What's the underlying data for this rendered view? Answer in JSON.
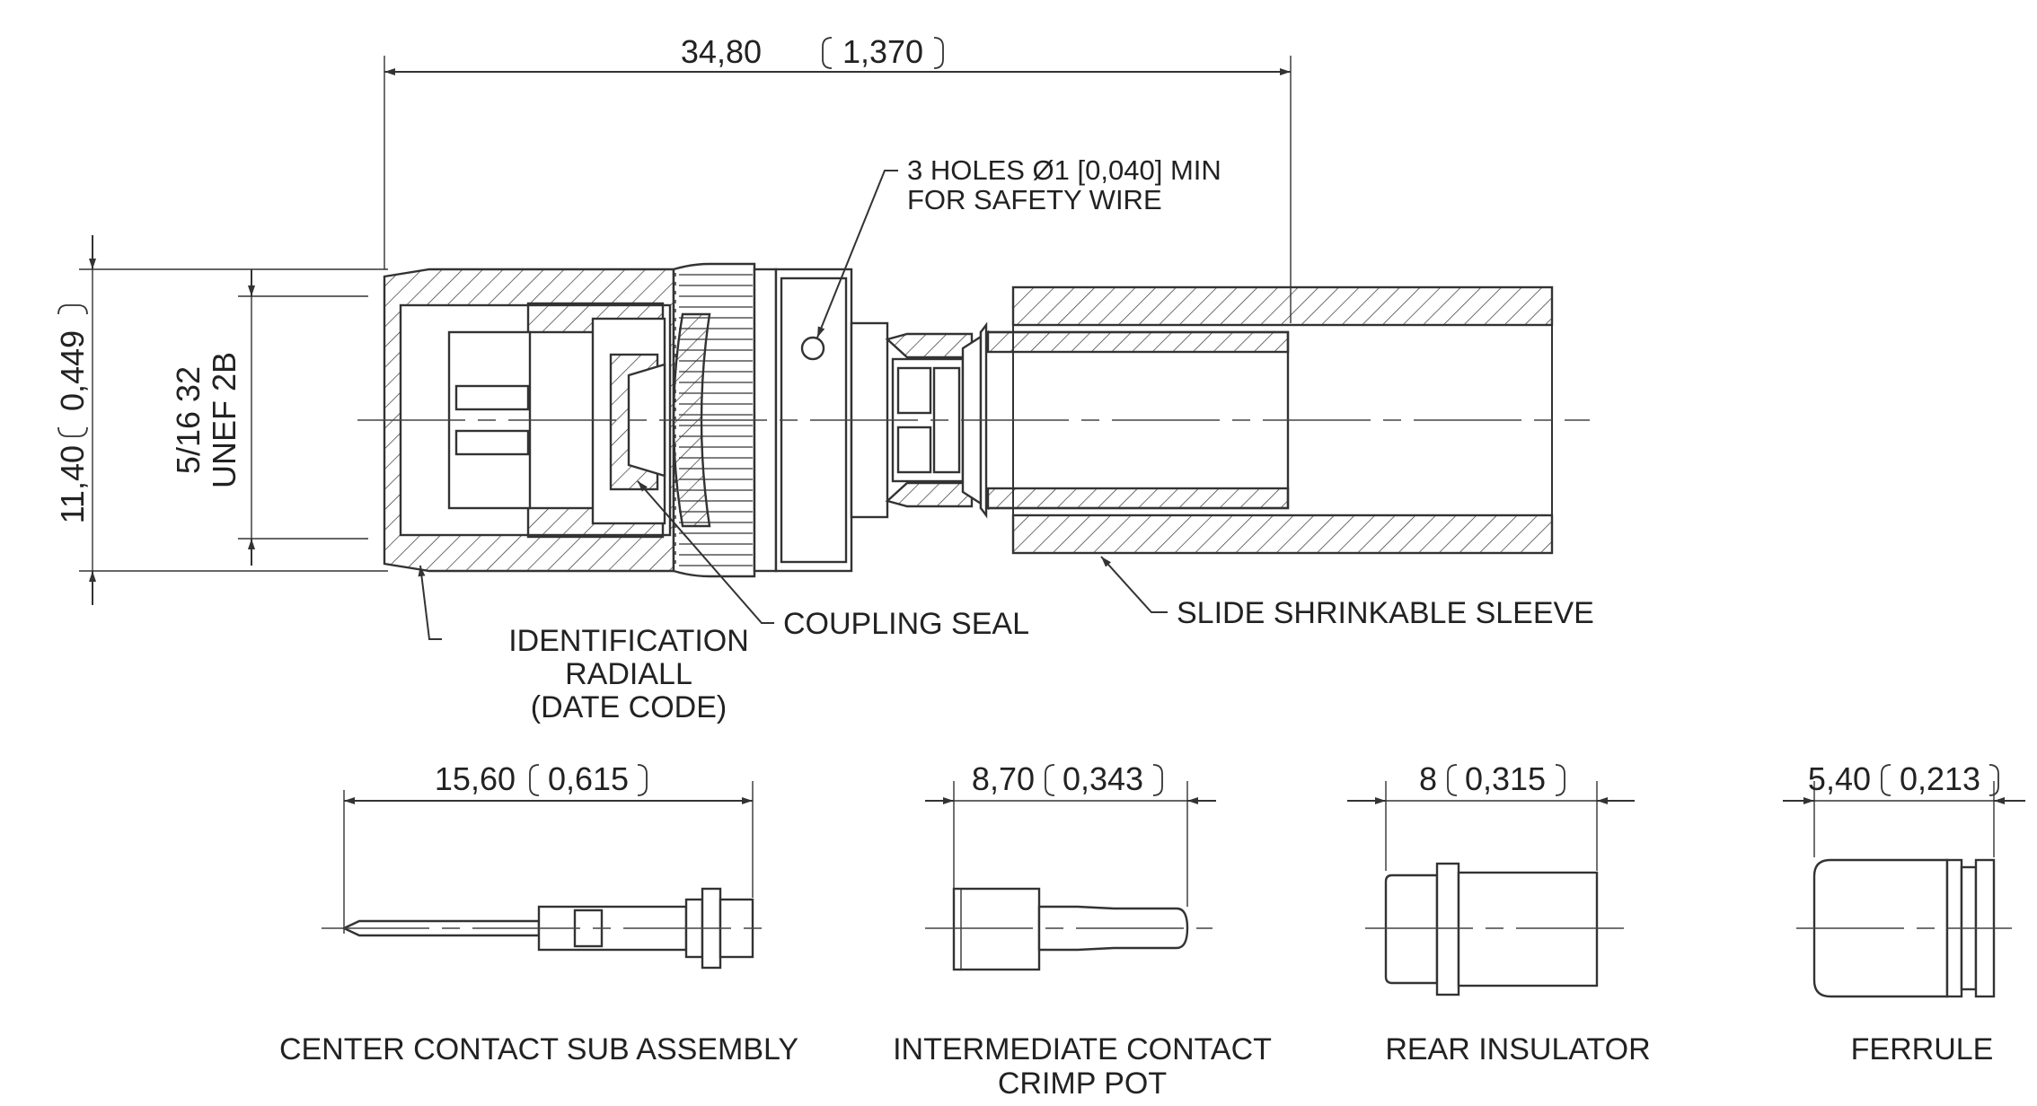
{
  "colors": {
    "line": "#333333",
    "text": "#222222",
    "background": "#ffffff"
  },
  "main_assembly": {
    "length": {
      "metric": "34,80",
      "inch": "1,370"
    },
    "diameter": {
      "metric": "11,40",
      "inch": "0,449"
    },
    "thread": {
      "line1": "5/16 32",
      "line2": "UNEF 2B"
    },
    "safety_wire_note": {
      "line1": "3 HOLES  Ø1 [0,040] MIN",
      "line2": "FOR SAFETY WIRE"
    },
    "identification_note": {
      "line1": "IDENTIFICATION",
      "line2": "RADIALL",
      "line3": "(DATE CODE)"
    },
    "coupling_seal": "COUPLING SEAL",
    "sleeve": "SLIDE SHRINKABLE SLEEVE"
  },
  "components": [
    {
      "dim_metric": "15,60",
      "dim_inch": "0,615",
      "label_line1": "CENTER CONTACT SUB ASSEMBLY",
      "label_line2": ""
    },
    {
      "dim_metric": "8,70",
      "dim_inch": "0,343",
      "label_line1": "INTERMEDIATE CONTACT",
      "label_line2": "CRIMP POT"
    },
    {
      "dim_metric": "8",
      "dim_inch": "0,315",
      "label_line1": "REAR INSULATOR",
      "label_line2": ""
    },
    {
      "dim_metric": "5,40",
      "dim_inch": "0,213",
      "label_line1": "FERRULE",
      "label_line2": ""
    }
  ]
}
